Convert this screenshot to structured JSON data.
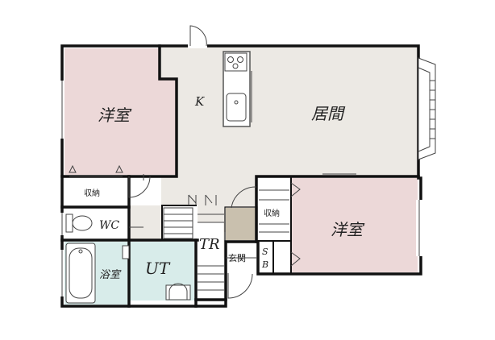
{
  "colors": {
    "wall": "#111111",
    "bedroom": "#ecd8d8",
    "living": "#ece9e4",
    "wet": "#d8ecea",
    "entry": "#c9c0ae",
    "white": "#ffffff"
  },
  "labels": {
    "bedroom_left": "洋室",
    "kitchen": "K",
    "living": "居間",
    "storage_left": "収納",
    "wc": "WC",
    "bath": "浴室",
    "ut": "UT",
    "tr": "TR",
    "storage_right": "収納",
    "bedroom_right": "洋室",
    "entrance": "玄関",
    "sb_top": "S",
    "sb_bottom": "B"
  },
  "icons": {
    "stove": "stove-icon",
    "sink": "sink-icon",
    "toilet": "toilet-icon",
    "bathtub": "bathtub-icon",
    "washer": "washing-machine-icon",
    "washbasin": "washbasin-icon"
  }
}
